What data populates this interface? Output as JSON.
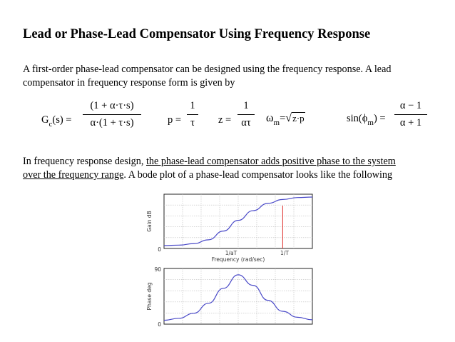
{
  "title": "Lead or Phase-Lead Compensator Using Frequency Response",
  "intro": {
    "line1": "A first-order phase-lead compensator can be designed using the frequency response. A lead",
    "line2": "compensator in frequency response form is given by"
  },
  "equations": {
    "gc": {
      "lhs": "G",
      "lhs_sub": "c",
      "lhs_arg": "(s) =",
      "num": "(1 + α·τ·s)",
      "den": "α·(1 + τ·s)"
    },
    "p": {
      "lhs": "p =",
      "num": "1",
      "den": "τ"
    },
    "z": {
      "lhs": "z =",
      "num": "1",
      "den": "ατ"
    },
    "wm": {
      "lhs": "ω",
      "lhs_sub": "m",
      "eq": "=",
      "root": "z·p"
    },
    "sin": {
      "lhs": "sin(ϕ",
      "lhs_sub": "m",
      "close": ")",
      "eq": "=",
      "num": "α − 1",
      "den": "α + 1"
    }
  },
  "body": {
    "line1_pre": "In frequency response design, ",
    "line1_link": "the phase-lead compensator adds positive phase to the system",
    "line2_link": "over the frequency range",
    "line2_post": ". A bode plot of a phase-lead compensator looks like the following"
  },
  "chart_data": [
    {
      "type": "line",
      "ylabel": "Gain dB",
      "xlabel": "Frequency (rad/sec)",
      "ytick_labels": [
        "0"
      ],
      "xtick_labels": [
        "1/aT",
        "1/T"
      ],
      "log_x": true,
      "grid": true,
      "series": [
        {
          "x": [
            0,
            0.1,
            0.2,
            0.3,
            0.4,
            0.5,
            0.6,
            0.7,
            0.8,
            0.9,
            1.0
          ],
          "y": [
            0.0,
            0.01,
            0.04,
            0.12,
            0.3,
            0.52,
            0.72,
            0.87,
            0.95,
            0.99,
            1.0
          ]
        }
      ],
      "colors": {
        "line": "#4a4ac8",
        "marker": "#e0322c"
      }
    },
    {
      "type": "line",
      "ylabel": "Phase deg",
      "ytick_labels": [
        "0",
        "90"
      ],
      "log_x": true,
      "grid": true,
      "series": [
        {
          "x": [
            0,
            0.1,
            0.2,
            0.3,
            0.4,
            0.5,
            0.6,
            0.7,
            0.8,
            0.9,
            1.0
          ],
          "y": [
            0.02,
            0.06,
            0.16,
            0.36,
            0.66,
            0.93,
            0.72,
            0.42,
            0.2,
            0.08,
            0.03
          ]
        }
      ],
      "colors": {
        "line": "#4a4ac8"
      }
    }
  ]
}
